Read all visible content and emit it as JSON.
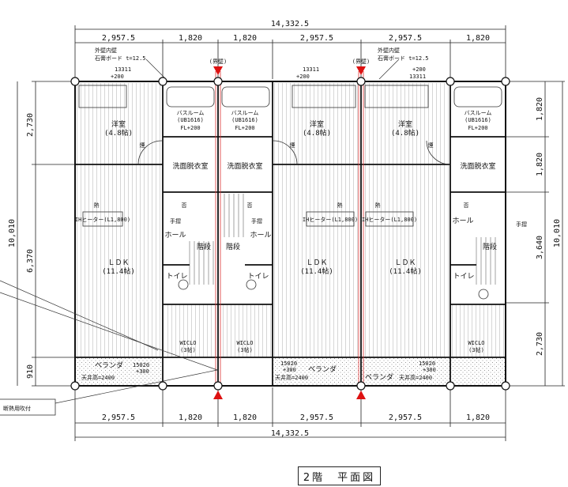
{
  "title": "2階　平面図",
  "dims": {
    "total_width": "14,332.5",
    "bay_a": "2,957.5",
    "bay_b": "1,820",
    "left_total": "10,010",
    "left_mid": "6,370",
    "left_top": "2,730",
    "left_bottom": "910",
    "right_total": "10,010",
    "right_1": "1,820",
    "right_2": "1,820",
    "right_3": "3,640",
    "right_4": "2,730"
  },
  "notes": {
    "wall_note_l1": "外壁内壁",
    "wall_note_l2": "石膏ボード t=12.5",
    "boundary": "(界壁)",
    "level_13311": "13311",
    "level_plus200": "+200",
    "level_15020": "15020",
    "level_plus300": "+300",
    "ceiling": "天井高=2400",
    "side_note": "断熱用吹付"
  },
  "rooms": {
    "youshitsu": "洋室",
    "youshitsu_size": "(4.8帖)",
    "bath": "バスルーム",
    "bath_model": "(UB1616)",
    "bath_fl": "FL+200",
    "senmen": "洗面脱衣室",
    "hall": "ホール",
    "stairs": "階段",
    "ldk": "ＬＤＫ",
    "ldk_size": "(11.4帖)",
    "toilet": "トイレ",
    "wicl": "WICLO",
    "wicl_size": "(3帖)",
    "veranda": "ベランダ",
    "ih": "IHヒーター(L1,800)",
    "netsu": "熱",
    "kemuri": "煙",
    "tesuri": "手摺",
    "kemuri2": "否"
  }
}
